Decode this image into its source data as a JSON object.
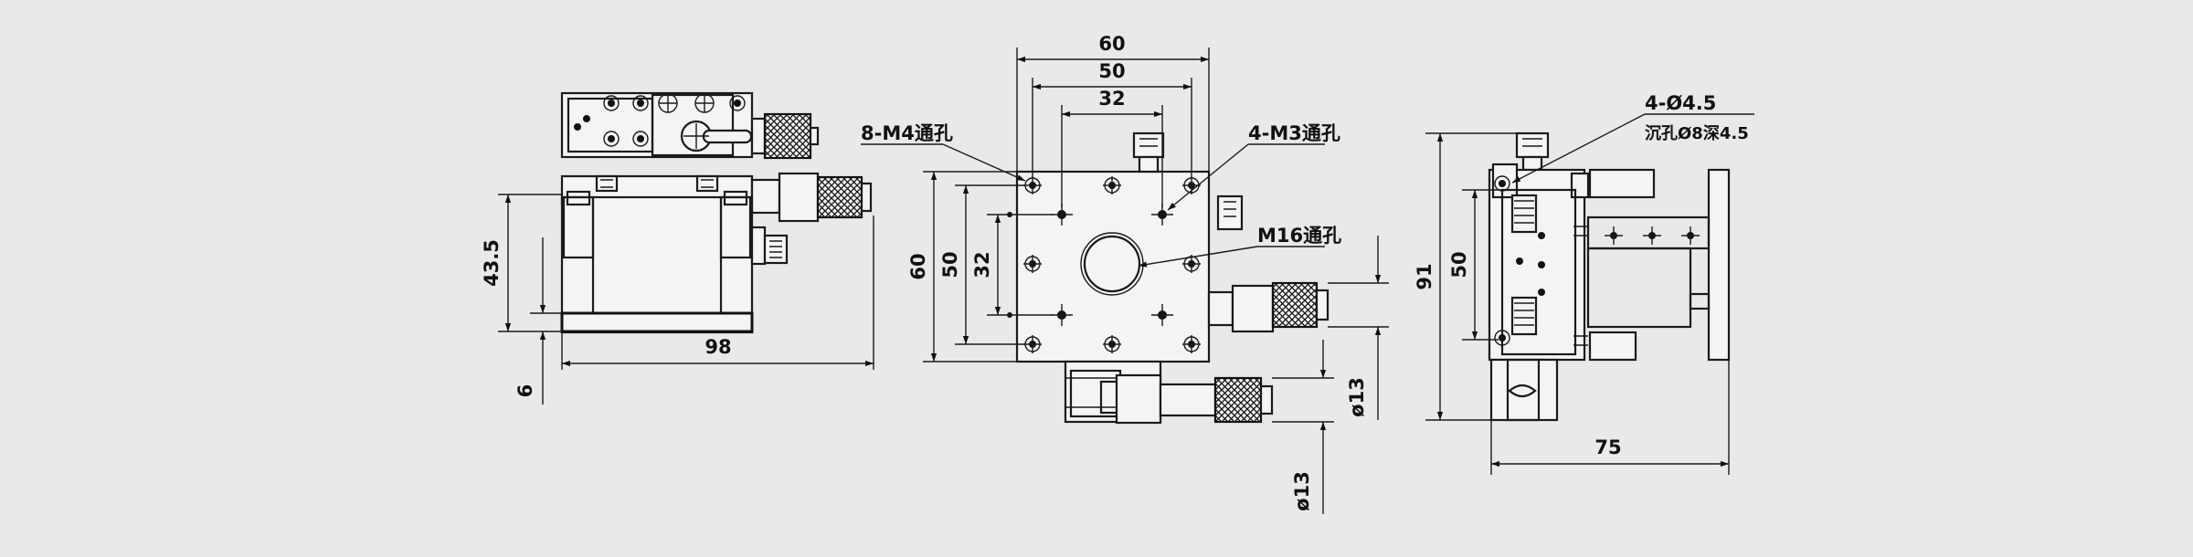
{
  "colors": {
    "background": "#e9e9e9",
    "line": "#1a1a1a"
  },
  "front_view": {
    "dims": {
      "height": "43.5",
      "width": "98",
      "base": "6"
    }
  },
  "top_view": {
    "dims": {
      "outer": "60",
      "mid": "50",
      "inner": "32",
      "v_outer": "60",
      "v_mid": "50",
      "v_inner": "32",
      "rod_right": "ø13",
      "rod_bottom": "ø13"
    },
    "callouts": {
      "m4": "8-M4通孔",
      "m3": "4-M3通孔",
      "m16": "M16通孔"
    }
  },
  "side_view": {
    "dims": {
      "height": "91",
      "inner": "50",
      "width": "75"
    },
    "callouts": {
      "holes": "4-Ø4.5",
      "counterbore": "沉孔Ø8深4.5"
    }
  }
}
